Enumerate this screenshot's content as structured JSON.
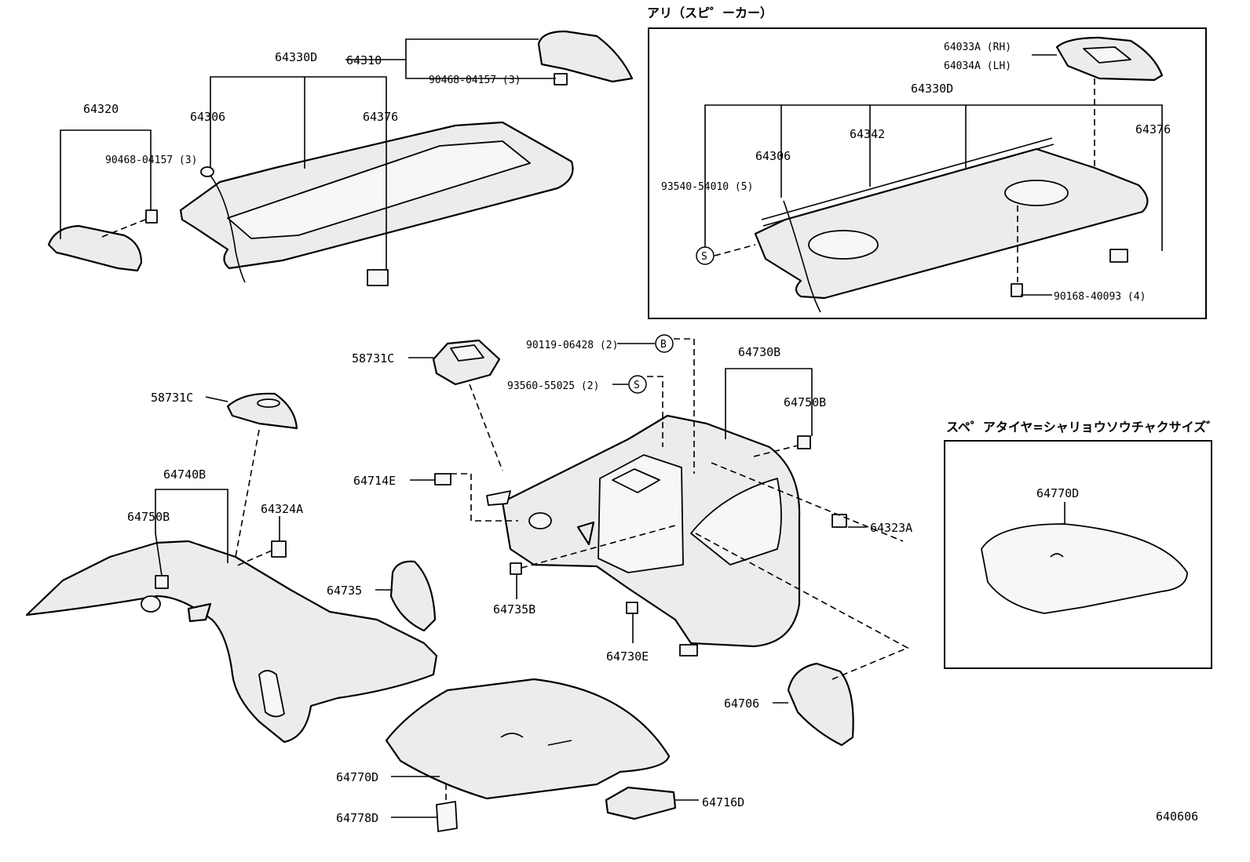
{
  "diagram_code": "640606",
  "insets": {
    "speaker": {
      "caption": "アリ（スピ゜ーカー）"
    },
    "spare_tire": {
      "caption": "スペ゜アタイヤ=シャリョウソウチャクサイズ゛"
    }
  },
  "symbols": {
    "s": "S",
    "b": "B"
  },
  "labels": {
    "p64320": "64320",
    "p90468a": "90468-04157 (3)",
    "p64306": "64306",
    "p64330D": "64330D",
    "p64310": "64310",
    "p90468b": "90468-04157 (3)",
    "p64376": "64376",
    "s64033A": "64033A (RH)",
    "s64034A": "64034A (LH)",
    "s64330D": "64330D",
    "s64376": "64376",
    "s64342": "64342",
    "s64306": "64306",
    "s93540": "93540-54010 (5)",
    "s90168": "90168-40093 (4)",
    "m90119": "90119-06428 (2)",
    "m58731C_r": "58731C",
    "m93560": "93560-55025 (2)",
    "m64730B": "64730B",
    "m64750B_r": "64750B",
    "m58731C_l": "58731C",
    "m64740B": "64740B",
    "m64714E": "64714E",
    "m64750B_l": "64750B",
    "m64324A": "64324A",
    "m64323A": "64323A",
    "m64735": "64735",
    "m64735B": "64735B",
    "m64730E": "64730E",
    "m64706": "64706",
    "m64770D": "64770D",
    "m64778D": "64778D",
    "m64716D": "64716D",
    "t64770D": "64770D"
  }
}
